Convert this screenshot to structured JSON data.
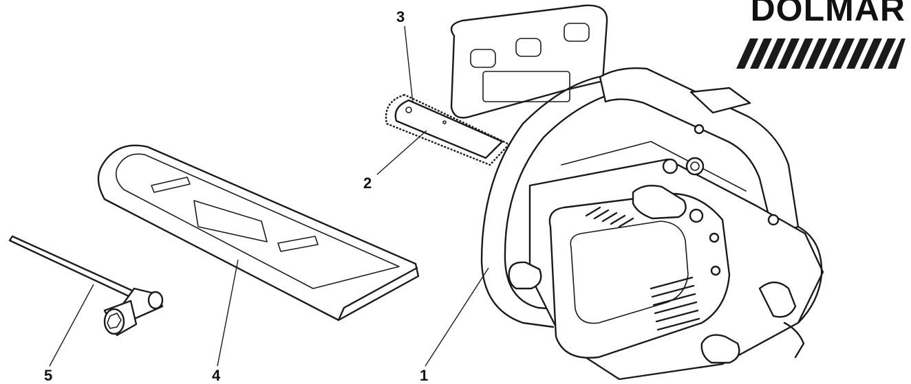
{
  "brand": {
    "name": "DOLMAR"
  },
  "callouts": [
    {
      "id": "1",
      "label": "1"
    },
    {
      "id": "2",
      "label": "2"
    },
    {
      "id": "3",
      "label": "3"
    },
    {
      "id": "4",
      "label": "4"
    },
    {
      "id": "5",
      "label": "5"
    }
  ],
  "colors": {
    "ink": "#1a1a1a",
    "background": "#ffffff"
  }
}
